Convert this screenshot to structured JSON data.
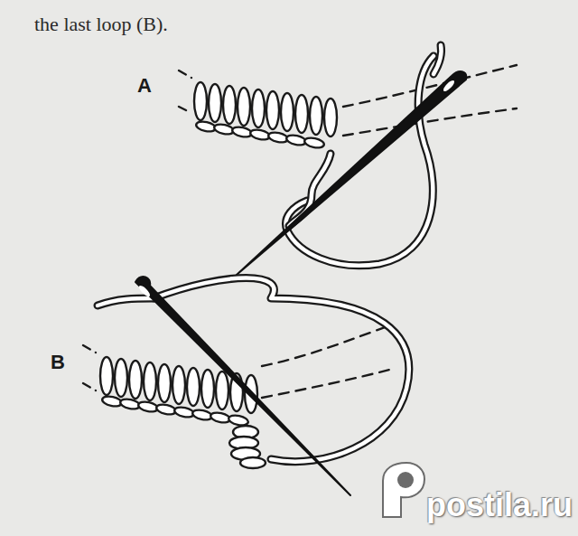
{
  "diagram": {
    "labels": [
      "the last loop (B).",
      "A",
      "B",
      "postila.ru"
    ]
  }
}
